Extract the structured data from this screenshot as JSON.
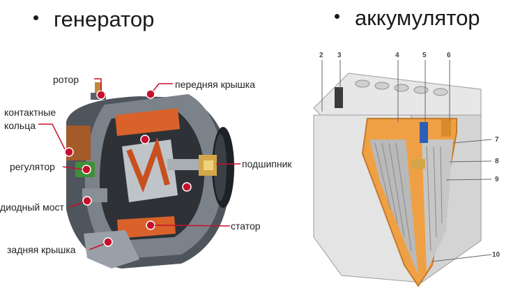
{
  "headings": {
    "generator": "генератор",
    "battery": "аккумулятор"
  },
  "generator": {
    "labels": {
      "rotor": "ротор",
      "front_cover": "передняя крышка",
      "slip_rings_line1": "контактные",
      "slip_rings_line2": "кольца",
      "regulator": "регулятор",
      "bearing": "подшипник",
      "diode_bridge": "диодный мост",
      "stator": "статор",
      "rear_cover": "задняя крышка"
    }
  },
  "battery": {
    "callouts": [
      "2",
      "3",
      "4",
      "5",
      "6",
      "7",
      "8",
      "9",
      "10"
    ]
  },
  "colors": {
    "accent": "#c8102e",
    "copper": "#e06b25",
    "casing": "#e3e3e3",
    "body_dark": "#5a6068"
  }
}
